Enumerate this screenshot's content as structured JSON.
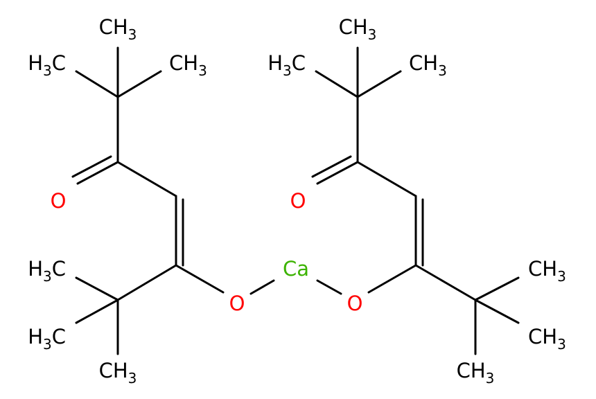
{
  "molecule": {
    "labels": {
      "l_ch3_top": {
        "pre": "CH",
        "sub": "3",
        "post": ""
      },
      "l_h3c_upper": {
        "pre": "H",
        "sub": "3",
        "post": "C"
      },
      "l_ch3_upper": {
        "pre": "CH",
        "sub": "3",
        "post": ""
      },
      "l_o_ketone": {
        "pre": "O",
        "sub": "",
        "post": ""
      },
      "l_h3c_mid": {
        "pre": "H",
        "sub": "3",
        "post": "C"
      },
      "l_h3c_low": {
        "pre": "H",
        "sub": "3",
        "post": "C"
      },
      "l_ch3_bottom": {
        "pre": "CH",
        "sub": "3",
        "post": ""
      },
      "l_o_enolate": {
        "pre": "O",
        "sub": "",
        "post": ""
      },
      "ca": {
        "pre": "Ca",
        "sub": "",
        "post": ""
      },
      "r_ch3_top": {
        "pre": "CH",
        "sub": "3",
        "post": ""
      },
      "r_h3c_upper": {
        "pre": "H",
        "sub": "3",
        "post": "C"
      },
      "r_ch3_upper": {
        "pre": "CH",
        "sub": "3",
        "post": ""
      },
      "r_o_ketone": {
        "pre": "O",
        "sub": "",
        "post": ""
      },
      "r_o_enolate": {
        "pre": "O",
        "sub": "",
        "post": ""
      },
      "r_ch3_mid": {
        "pre": "CH",
        "sub": "3",
        "post": ""
      },
      "r_ch3_low": {
        "pre": "CH",
        "sub": "3",
        "post": ""
      },
      "r_ch3_bottom": {
        "pre": "CH",
        "sub": "3",
        "post": ""
      }
    },
    "colors": {
      "carbon": "#000000",
      "oxygen": "#ff0000",
      "calcium": "#3cb300",
      "bond": "#000000"
    }
  }
}
